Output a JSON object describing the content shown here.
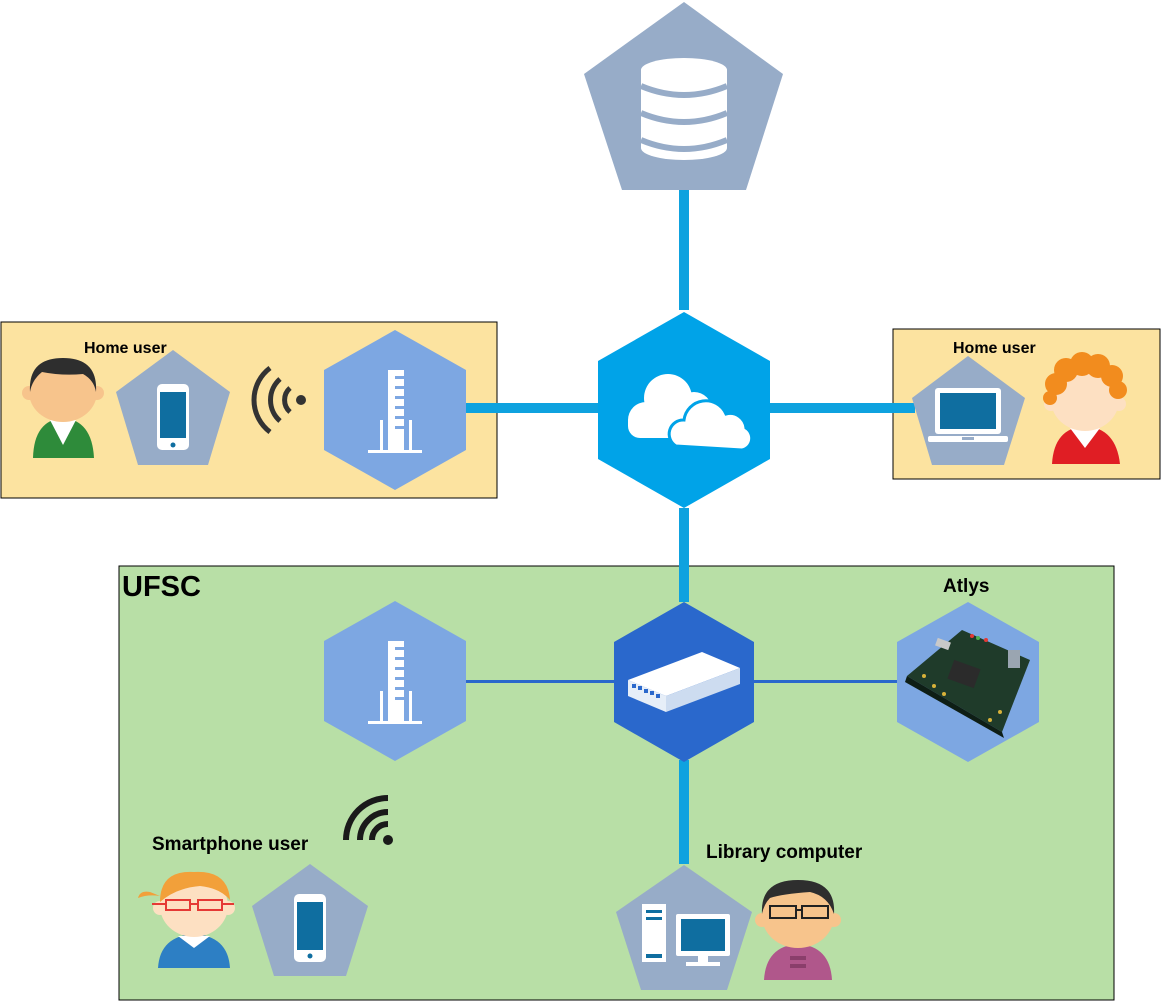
{
  "regions": {
    "home_left": {
      "label": "Home user",
      "fill": "#fce3a0"
    },
    "home_right": {
      "label": "Home user",
      "fill": "#fce3a0"
    },
    "ufsc": {
      "label": "UFSC",
      "fill": "#b8dfa6"
    }
  },
  "labels": {
    "atlys": "Atlys",
    "smartphone_user": "Smartphone user",
    "library_computer": "Library computer"
  },
  "colors": {
    "link": "#0ea2df",
    "cloud_hex": "#00a3e8",
    "switch_hex": "#2a68cc",
    "router_hex": "#7da7e2",
    "pentagon": "#97acc8",
    "line": "#2a68cc"
  },
  "icons": {
    "database": "database-icon",
    "cloud": "cloud-icon",
    "router": "router-icon",
    "switch": "network-switch-icon",
    "board": "fpga-board-icon",
    "phone": "smartphone-icon",
    "laptop": "laptop-icon",
    "desktop": "desktop-computer-icon",
    "wifi": "wifi-icon",
    "user": "user-avatar-icon"
  }
}
